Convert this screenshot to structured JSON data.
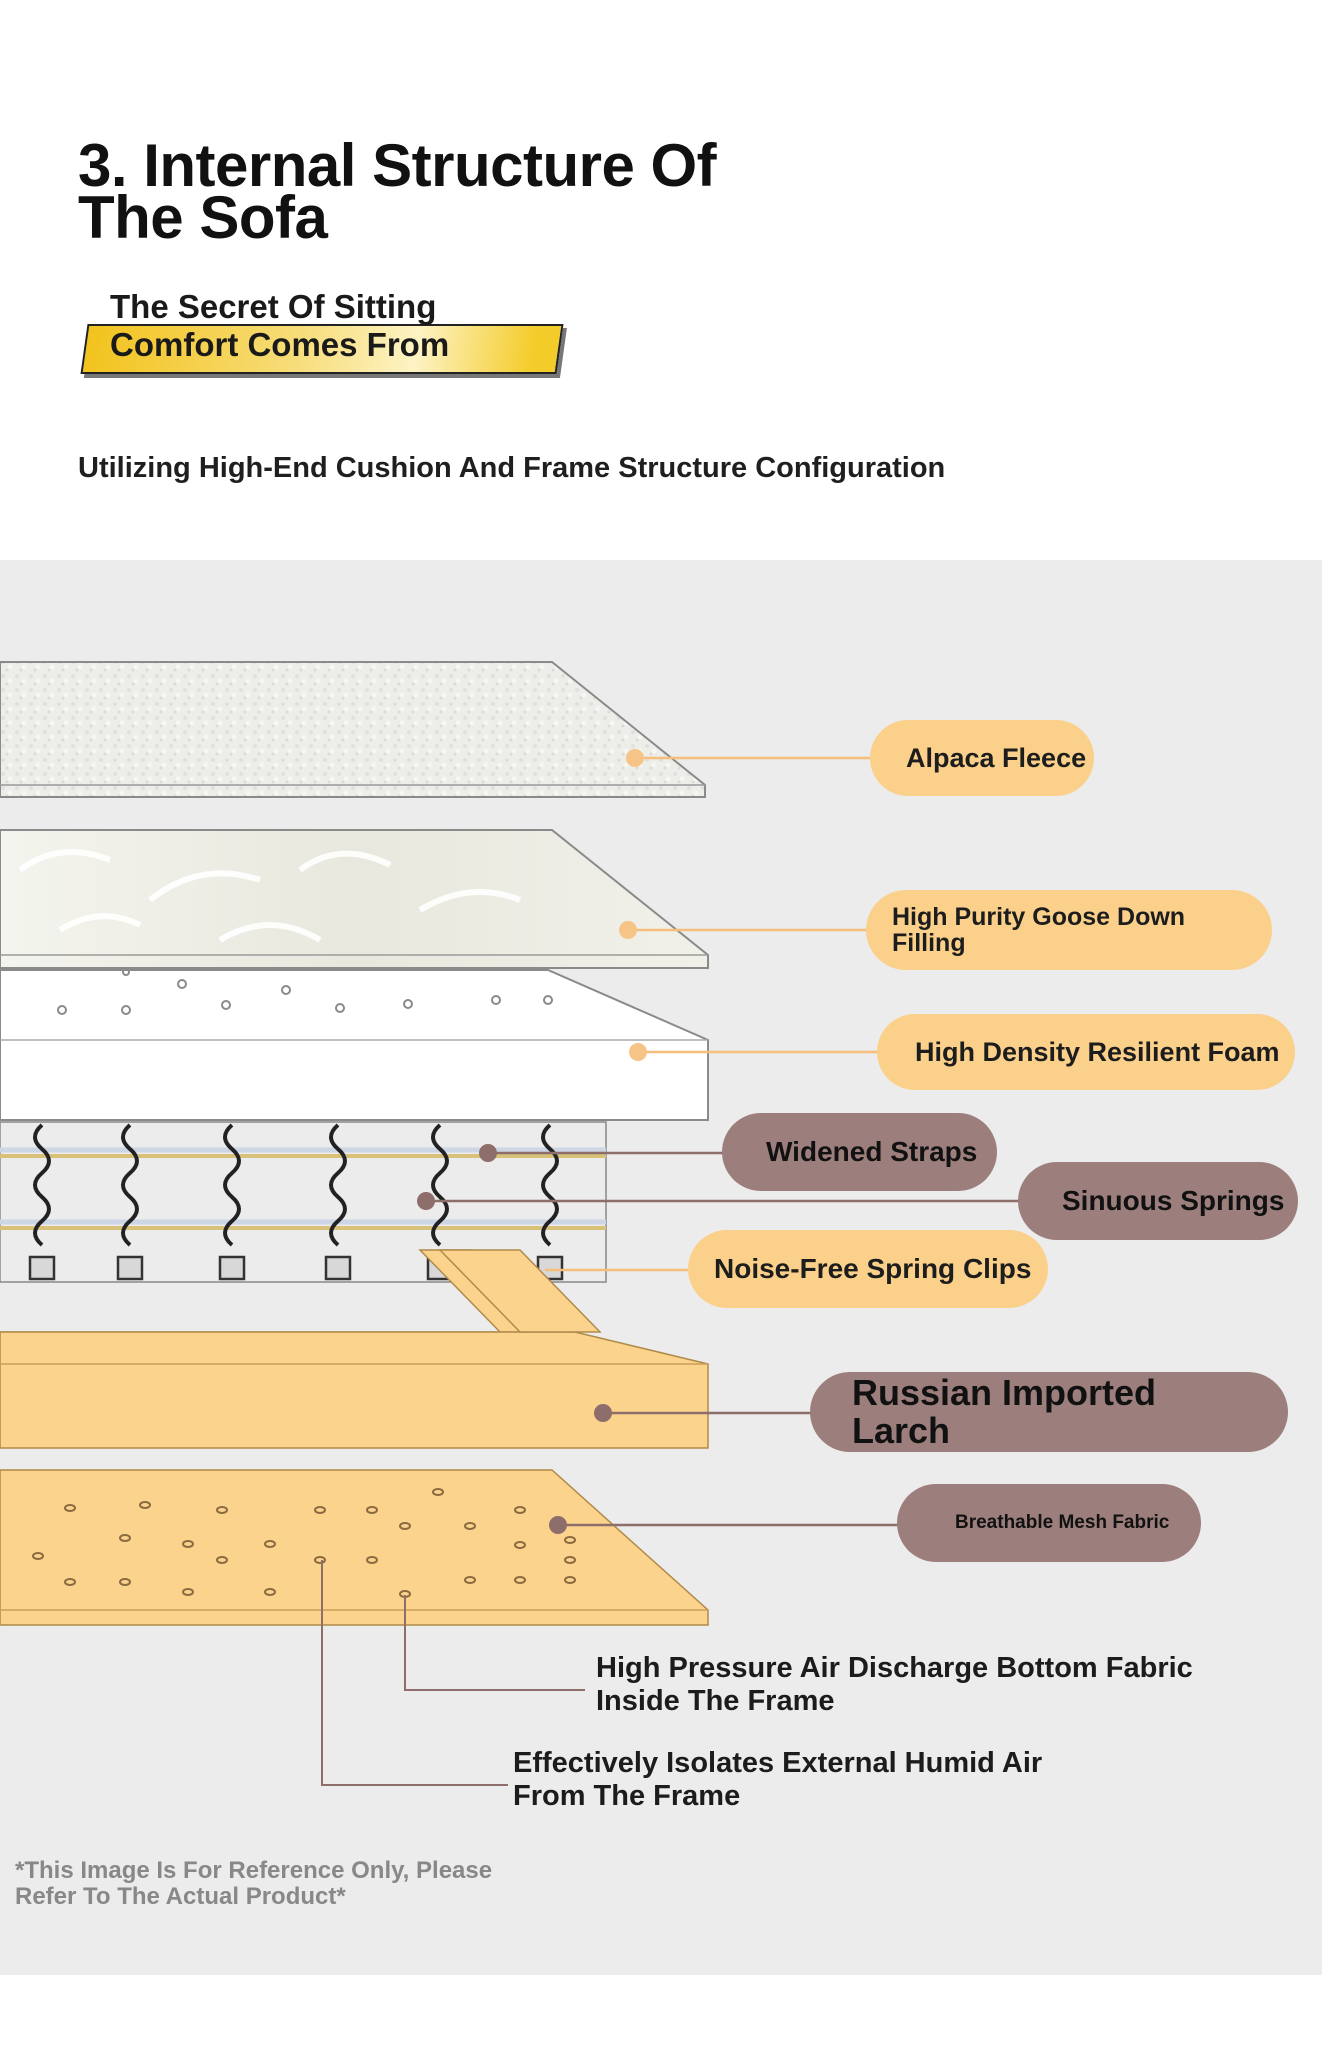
{
  "header": {
    "title_line1": "3. Internal Structure Of",
    "title_line2": "The Sofa",
    "subtitle_line1": "The Secret Of Sitting",
    "subtitle_line2": "Comfort Comes From",
    "tagline": "Utilizing High-End Cushion And Frame Structure Configuration"
  },
  "layers": [
    {
      "label": "Alpaca Fleece",
      "style": "light"
    },
    {
      "label": "High Purity Goose Down Filling",
      "style": "light"
    },
    {
      "label": "High Density Resilient Foam",
      "style": "light"
    },
    {
      "label": "Widened Straps",
      "style": "dark"
    },
    {
      "label": "Sinuous Springs",
      "style": "dark"
    },
    {
      "label": "Noise-Free Spring Clips",
      "style": "light"
    },
    {
      "label": "Russian Imported Larch",
      "style": "dark"
    },
    {
      "label": "Breathable Mesh Fabric",
      "style": "dark"
    }
  ],
  "notes": {
    "air_discharge": "High Pressure Air Discharge Bottom Fabric Inside The Frame",
    "humid_air": "Effectively Isolates External Humid Air From The Frame"
  },
  "footnote": "*This Image Is For Reference Only, Please Refer To The Actual Product*",
  "colors": {
    "light_pill": "#fbd08a",
    "dark_pill": "#9c7f7c",
    "wood": "#fbd38c",
    "banner": "#f2c31c",
    "panel": "#ececec"
  }
}
